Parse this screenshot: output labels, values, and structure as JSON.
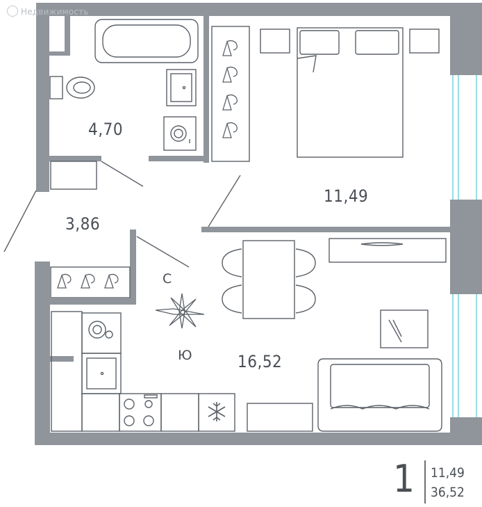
{
  "watermark": "Недвижимость",
  "rooms": {
    "bathroom": "4,70",
    "hall": "3,86",
    "bedroom": "11,49",
    "kitchen_living": "16,52"
  },
  "compass": {
    "north": "С",
    "south": "Ю"
  },
  "summary": {
    "room_count": "1",
    "living_area": "11,49",
    "total_area": "36,52"
  },
  "colors": {
    "wall": "#8f959b",
    "line": "#5b6168",
    "window": "#7ed6df"
  }
}
